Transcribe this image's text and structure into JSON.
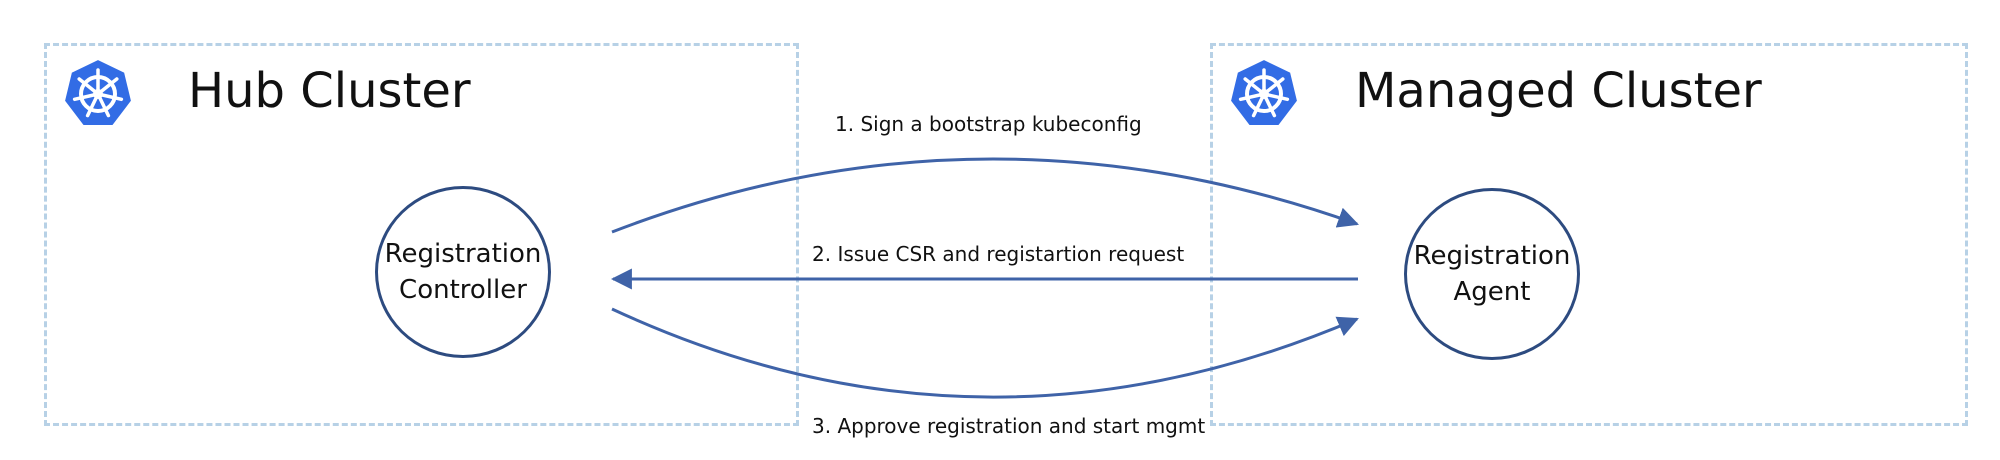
{
  "hub": {
    "title": "Hub Cluster",
    "logo_icon": "kubernetes-helm-icon",
    "component": {
      "line1": "Registration",
      "line2": "Controller"
    }
  },
  "managed": {
    "title": "Managed Cluster",
    "logo_icon": "kubernetes-helm-icon",
    "component": {
      "line1": "Registration",
      "line2": "Agent"
    }
  },
  "flows": [
    {
      "label": "1. Sign a bootstrap kubeconfig"
    },
    {
      "label": "2. Issue CSR and registartion request"
    },
    {
      "label": "3. Approve registration and start mgmt"
    }
  ],
  "colors": {
    "logo": "#326ce5",
    "arrow": "#3f63a8",
    "circle": "#2d4b80",
    "dashed_border": "#b7d1e6"
  }
}
